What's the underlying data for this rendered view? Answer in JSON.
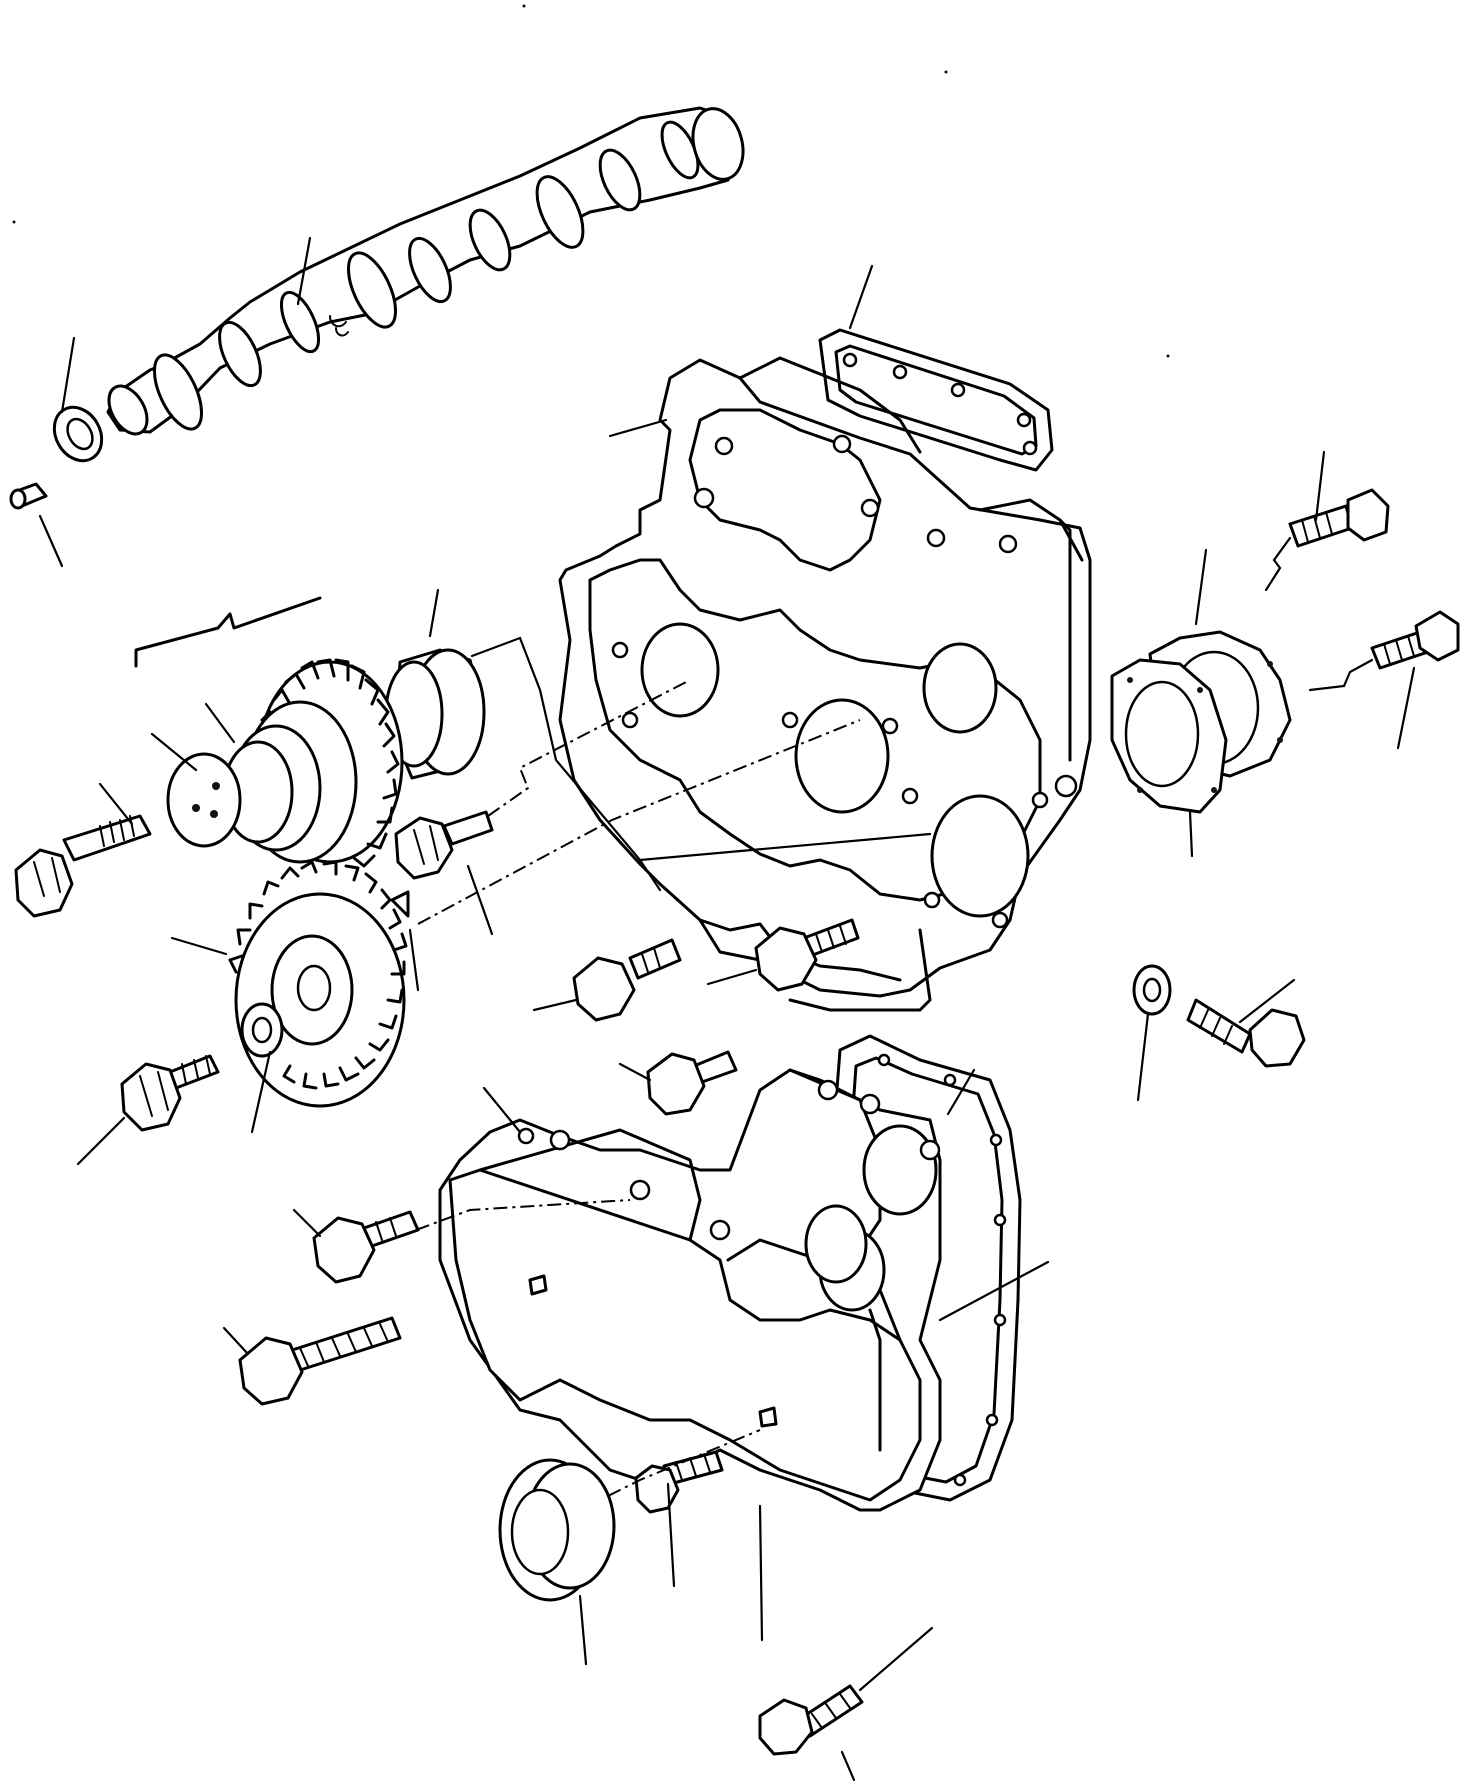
{
  "diagram": {
    "type": "exploded-parts-view",
    "labels": [],
    "parts": [
      {
        "name": "camshaft",
        "icon": "camshaft-icon"
      },
      {
        "name": "camshaft-thrust-washer",
        "icon": "washer-icon"
      },
      {
        "name": "dowel-pin",
        "icon": "pin-icon"
      },
      {
        "name": "camshaft-gear-assembly",
        "icon": "gear-icon"
      },
      {
        "name": "camshaft-gear-hub",
        "icon": "hub-icon"
      },
      {
        "name": "gear-retaining-plate",
        "icon": "plate-icon"
      },
      {
        "name": "gear-bolt",
        "icon": "bolt-icon"
      },
      {
        "name": "idler-gear",
        "icon": "gear-icon"
      },
      {
        "name": "woodruff-key",
        "icon": "key-icon"
      },
      {
        "name": "timing-gear-housing",
        "icon": "housing-icon"
      },
      {
        "name": "housing-gasket",
        "icon": "gasket-icon"
      },
      {
        "name": "pump-adapter-gasket",
        "icon": "gasket-icon"
      },
      {
        "name": "timing-cover",
        "icon": "cover-icon"
      },
      {
        "name": "timing-cover-gasket",
        "icon": "gasket-icon"
      },
      {
        "name": "crankshaft-seal",
        "icon": "seal-icon"
      },
      {
        "name": "hex-flange-bolt",
        "icon": "bolt-icon"
      },
      {
        "name": "hex-bolt-with-washer",
        "icon": "bolt-icon"
      }
    ]
  }
}
